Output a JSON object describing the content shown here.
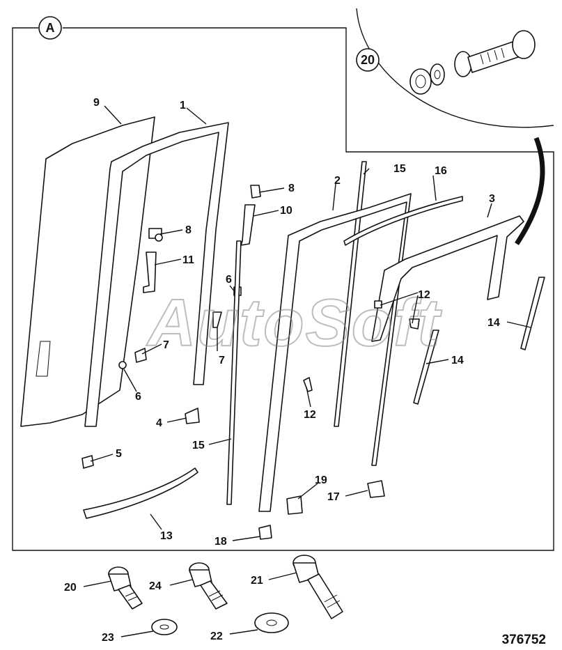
{
  "panel_label": "A",
  "detail_label": "20",
  "reference_number": "376752",
  "watermark": "AutoSoft",
  "callouts": {
    "c1": "1",
    "c2": "2",
    "c3": "3",
    "c4": "4",
    "c5": "5",
    "c6a": "6",
    "c6b": "6",
    "c7a": "7",
    "c7b": "7",
    "c8a": "8",
    "c8b": "8",
    "c9": "9",
    "c10": "10",
    "c11": "11",
    "c12a": "12",
    "c12b": "12",
    "c13": "13",
    "c14a": "14",
    "c14b": "14",
    "c15a": "15",
    "c15b": "15",
    "c16": "16",
    "c17": "17",
    "c18": "18",
    "c19": "19",
    "c20": "20",
    "c21": "21",
    "c22": "22",
    "c23": "23",
    "c24": "24"
  }
}
